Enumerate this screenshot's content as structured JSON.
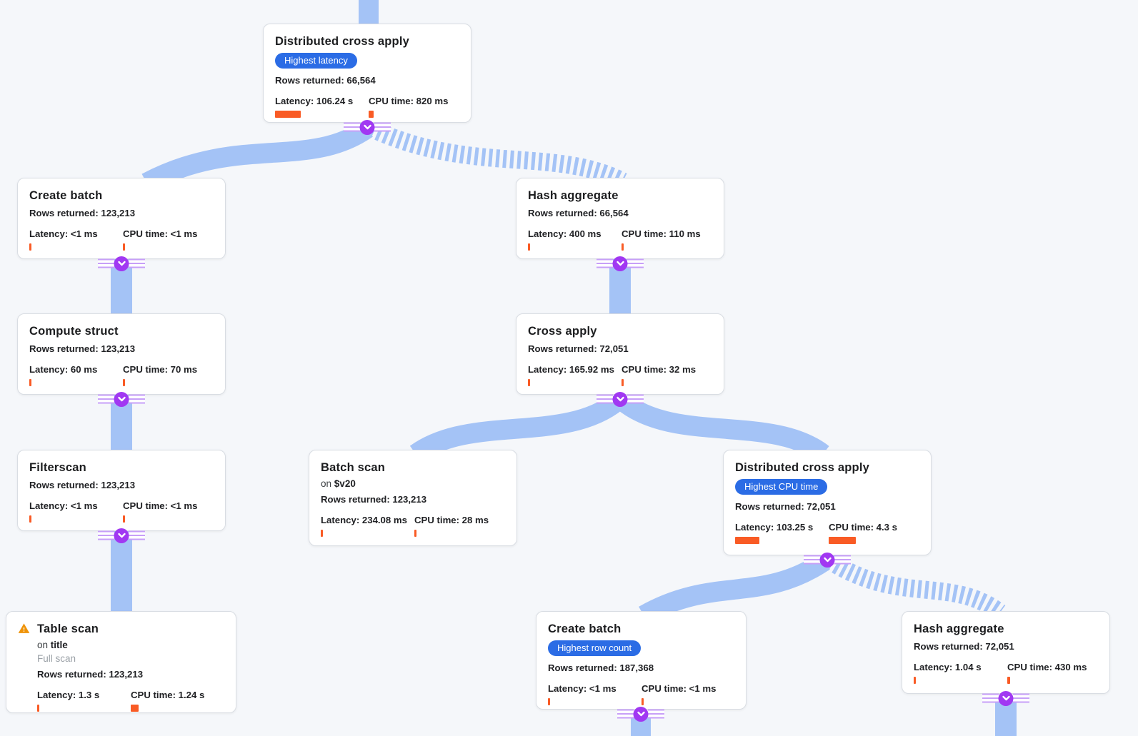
{
  "colors": {
    "canvas_bg": "#f5f7fa",
    "edge_blue": "#a4c3f6",
    "badge_blue": "#2b6ce5",
    "connector_purple": "#a138f2",
    "connector_stripe": "#c79ff8",
    "bar_orange": "#f95b25",
    "warning_orange": "#ef9308"
  },
  "nodes": {
    "dca_top": {
      "title": "Distributed cross apply",
      "badge": "Highest latency",
      "rows": "Rows returned: 66,564",
      "latency": "Latency: 106.24 s",
      "cpu": "CPU time: 820 ms",
      "latency_bar": 36,
      "cpu_bar": 7
    },
    "create_batch_1": {
      "title": "Create batch",
      "rows": "Rows returned: 123,213",
      "latency": "Latency: <1 ms",
      "cpu": "CPU time: <1 ms",
      "latency_bar": 3,
      "cpu_bar": 3
    },
    "hash_agg_1": {
      "title": "Hash aggregate",
      "rows": "Rows returned: 66,564",
      "latency": "Latency: 400 ms",
      "cpu": "CPU time: 110 ms",
      "latency_bar": 3,
      "cpu_bar": 3
    },
    "compute_struct": {
      "title": "Compute struct",
      "rows": "Rows returned: 123,213",
      "latency": "Latency: 60 ms",
      "cpu": "CPU time: 70 ms",
      "latency_bar": 3,
      "cpu_bar": 3
    },
    "cross_apply": {
      "title": "Cross apply",
      "rows": "Rows returned: 72,051",
      "latency": "Latency: 165.92 ms",
      "cpu": "CPU time: 32 ms",
      "latency_bar": 3,
      "cpu_bar": 3
    },
    "filterscan": {
      "title": "Filterscan",
      "rows": "Rows returned: 123,213",
      "latency": "Latency: <1 ms",
      "cpu": "CPU time: <1 ms",
      "latency_bar": 3,
      "cpu_bar": 3
    },
    "batch_scan": {
      "title": "Batch scan",
      "on_prefix": "on",
      "on_value": "$v20",
      "rows": "Rows returned: 123,213",
      "latency": "Latency: 234.08 ms",
      "cpu": "CPU time: 28 ms",
      "latency_bar": 3,
      "cpu_bar": 3
    },
    "dca_right": {
      "title": "Distributed cross apply",
      "badge": "Highest CPU time",
      "rows": "Rows returned: 72,051",
      "latency": "Latency: 103.25 s",
      "cpu": "CPU time: 4.3 s",
      "latency_bar": 34,
      "cpu_bar": 38
    },
    "table_scan": {
      "title": "Table scan",
      "on_prefix": "on",
      "on_value": "title",
      "subtitle": "Full scan",
      "rows": "Rows returned: 123,213",
      "latency": "Latency: 1.3 s",
      "cpu": "CPU time: 1.24 s",
      "latency_bar": 3,
      "cpu_bar": 11
    },
    "create_batch_2": {
      "title": "Create batch",
      "badge": "Highest row count",
      "rows": "Rows returned: 187,368",
      "latency": "Latency: <1 ms",
      "cpu": "CPU time: <1 ms",
      "latency_bar": 3,
      "cpu_bar": 3
    },
    "hash_agg_2": {
      "title": "Hash aggregate",
      "rows": "Rows returned: 72,051",
      "latency": "Latency: 1.04 s",
      "cpu": "CPU time: 430 ms",
      "latency_bar": 3,
      "cpu_bar": 4
    }
  }
}
